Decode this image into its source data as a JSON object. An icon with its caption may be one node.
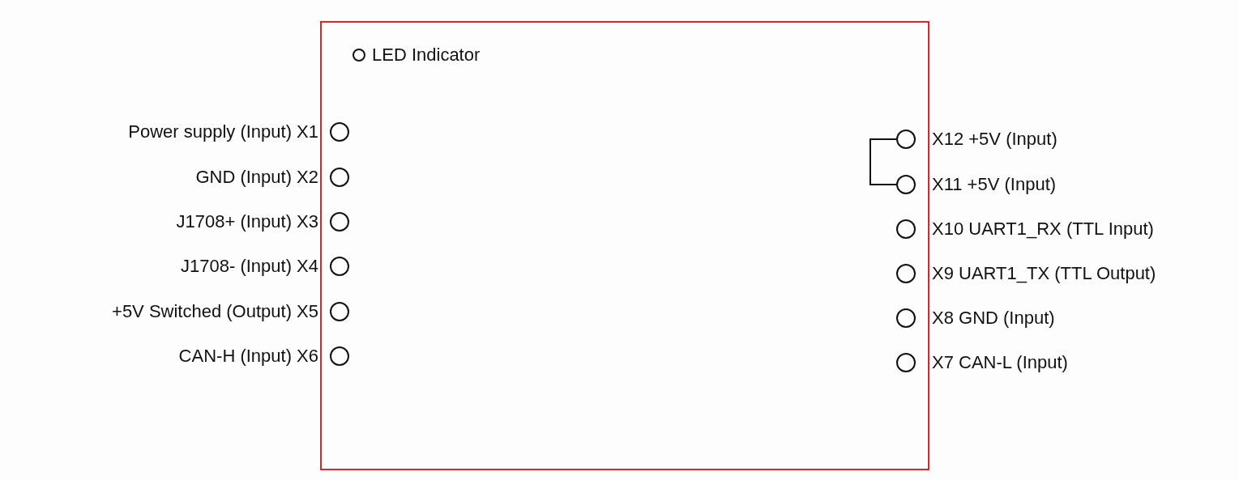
{
  "diagram": {
    "nodes": [
      {
        "text": [],
        "shape": "box"
      },
      {
        "text": [
          "LED Indicator"
        ],
        "in": 0
      },
      {
        "text": [
          "Power supply (Input) X1"
        ],
        "in": 0
      },
      {
        "text": [
          "GND (Input) X2"
        ],
        "in": 0
      },
      {
        "text": [
          "J1708+ (Input) X3"
        ],
        "in": 0
      },
      {
        "text": [
          "J1708- (Input) X4"
        ],
        "in": 0
      },
      {
        "text": [
          "+5V Switched (Output) X5"
        ],
        "in": 0
      },
      {
        "text": [
          "CAN-H (Input) X6"
        ],
        "in": 0
      },
      {
        "text": [
          "X12 +5V (Input)"
        ],
        "in": 0
      },
      {
        "text": [
          "X11 +5V (Input)"
        ],
        "in": 0
      },
      {
        "text": [
          "X10 UART1_RX (TTL Input)"
        ],
        "in": 0
      },
      {
        "text": [
          "X9 UART1_TX (TTL Output)"
        ],
        "in": 0
      },
      {
        "text": [
          "X8 GND (Input)"
        ],
        "in": 0
      },
      {
        "text": [
          "X7 CAN-L (Input)"
        ],
        "in": 0
      }
    ],
    "edges": [
      {
        "from": 8,
        "to": 9,
        "arrow": "none"
      }
    ]
  }
}
